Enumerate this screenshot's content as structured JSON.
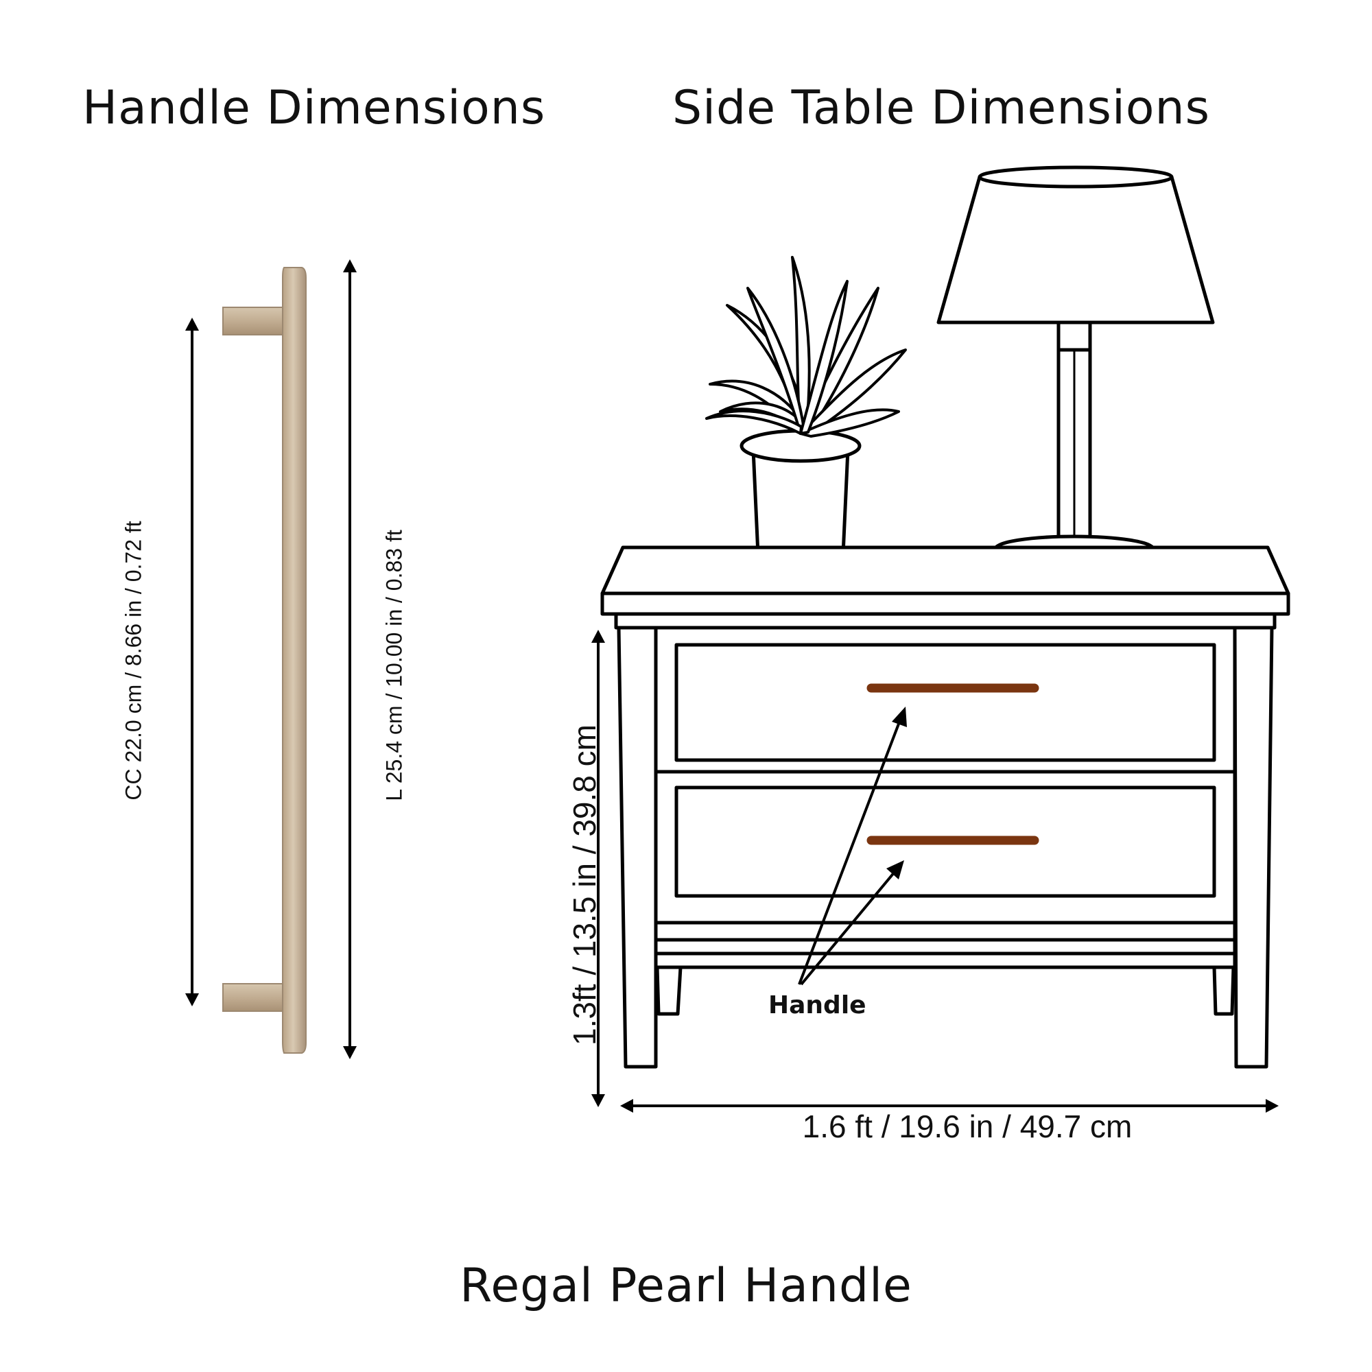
{
  "titles": {
    "handle_dimensions": "Handle Dimensions",
    "side_table_dimensions": "Side Table Dimensions",
    "product_name": "Regal Pearl Handle"
  },
  "handle": {
    "cc_label": "CC 22.0 cm / 8.66 in / 0.72 ft",
    "length_label": "L 25.4 cm / 10.00 in / 0.83 ft",
    "finish_color": "#c8b49a"
  },
  "table": {
    "height_label": "1.3ft / 13.5 in / 39.8 cm",
    "width_label": "1.6 ft / 19.6 in / 49.7 cm",
    "callout_label": "Handle",
    "drawer_handle_color": "#7a3510"
  }
}
